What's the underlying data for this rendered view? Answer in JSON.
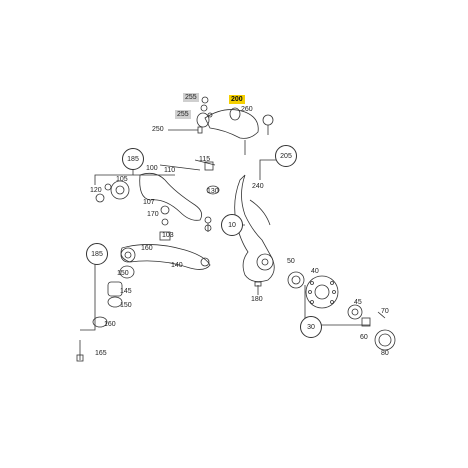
{
  "labels": {
    "l255a": "255",
    "l200": "200",
    "l260": "260",
    "l255b": "255",
    "l250": "250",
    "l185a": "185",
    "l100": "100",
    "l110": "110",
    "l115": "115",
    "l205": "205",
    "l120": "120",
    "l105": "105",
    "l240": "240",
    "l130": "130",
    "l107": "107",
    "l170": "170",
    "l103": "103",
    "l10": "10",
    "l160a": "160",
    "l185b": "185",
    "l140": "140",
    "l150a": "150",
    "l145": "145",
    "l150b": "150",
    "l160b": "160",
    "l165": "165",
    "l50": "50",
    "l40": "40",
    "l180": "180",
    "l30": "30",
    "l45": "45",
    "l70": "70",
    "l60": "60",
    "l80": "80"
  }
}
